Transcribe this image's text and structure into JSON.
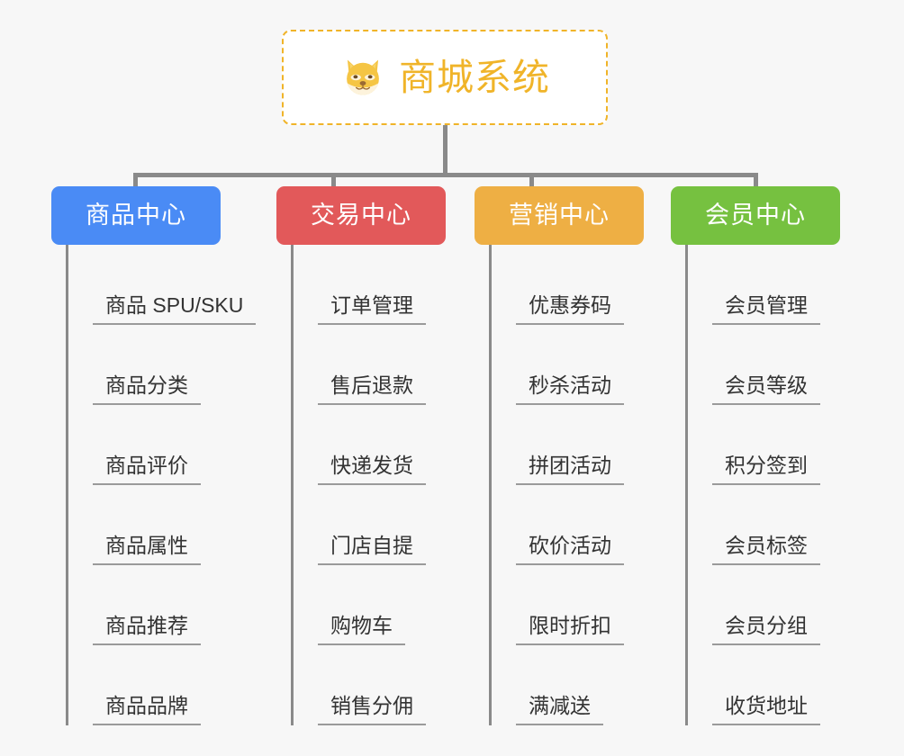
{
  "page": {
    "background_color": "#f7f7f7",
    "line_color": "#8a8a8a"
  },
  "root": {
    "title": "商城系统",
    "icon": "shiba-dog-face-emoji",
    "border_color": "#f0b429",
    "text_color": "#f0b429",
    "background_color": "#ffffff"
  },
  "categories": [
    {
      "label": "商品中心",
      "color": "#4a8bf5",
      "items": [
        {
          "label": "商品 SPU/SKU"
        },
        {
          "label": "商品分类"
        },
        {
          "label": "商品评价"
        },
        {
          "label": "商品属性"
        },
        {
          "label": "商品推荐"
        },
        {
          "label": "商品品牌"
        }
      ]
    },
    {
      "label": "交易中心",
      "color": "#e2595a",
      "items": [
        {
          "label": "订单管理"
        },
        {
          "label": "售后退款"
        },
        {
          "label": "快递发货"
        },
        {
          "label": "门店自提"
        },
        {
          "label": "购物车"
        },
        {
          "label": "销售分佣"
        }
      ]
    },
    {
      "label": "营销中心",
      "color": "#eeaf44",
      "items": [
        {
          "label": "优惠券码"
        },
        {
          "label": "秒杀活动"
        },
        {
          "label": "拼团活动"
        },
        {
          "label": "砍价活动"
        },
        {
          "label": "限时折扣"
        },
        {
          "label": "满减送"
        }
      ]
    },
    {
      "label": "会员中心",
      "color": "#76c140",
      "items": [
        {
          "label": "会员管理"
        },
        {
          "label": "会员等级"
        },
        {
          "label": "积分签到"
        },
        {
          "label": "会员标签"
        },
        {
          "label": "会员分组"
        },
        {
          "label": "收货地址"
        }
      ]
    }
  ]
}
